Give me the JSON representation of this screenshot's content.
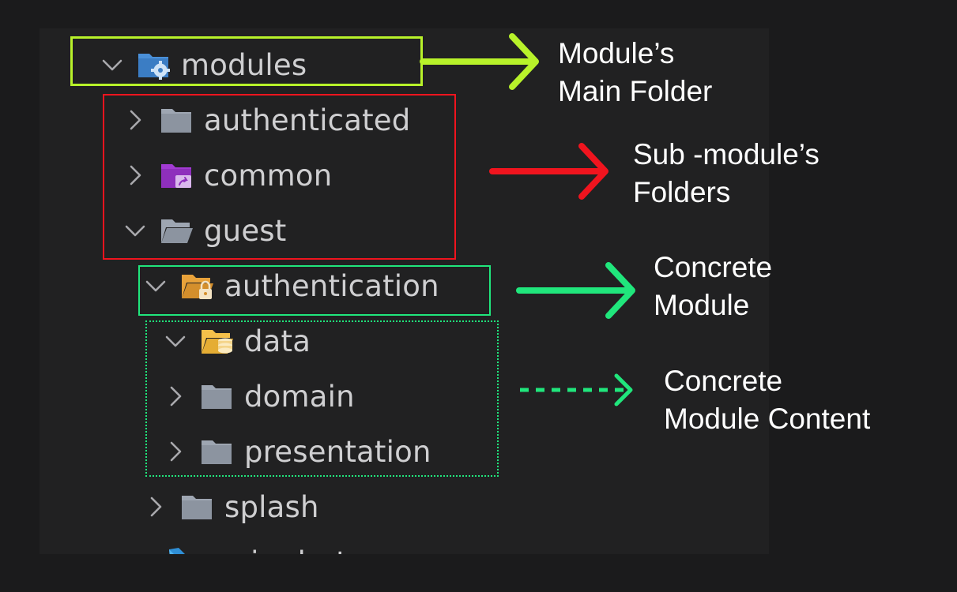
{
  "tree": [
    {
      "name": "modules",
      "expanded": true,
      "icon": "module-folder-icon"
    },
    {
      "name": "authenticated",
      "expanded": false,
      "icon": "folder-icon"
    },
    {
      "name": "common",
      "expanded": false,
      "icon": "shared-folder-icon"
    },
    {
      "name": "guest",
      "expanded": true,
      "icon": "open-folder-icon"
    },
    {
      "name": "authentication",
      "expanded": true,
      "icon": "lock-folder-icon"
    },
    {
      "name": "data",
      "expanded": true,
      "icon": "database-folder-icon"
    },
    {
      "name": "domain",
      "expanded": false,
      "icon": "folder-icon"
    },
    {
      "name": "presentation",
      "expanded": false,
      "icon": "folder-icon"
    },
    {
      "name": "splash",
      "expanded": false,
      "icon": "folder-icon"
    },
    {
      "name": "main.dart",
      "expanded": false,
      "icon": "dart-file-icon"
    }
  ],
  "annotations": {
    "main_folder": {
      "line1": "Module’s",
      "line2": "Main Folder",
      "color": "#b8f22a"
    },
    "sub_modules": {
      "line1": "Sub -module’s",
      "line2": "Folders",
      "color": "#f0141e"
    },
    "concrete_module": {
      "line1": "Concrete",
      "line2": "Module",
      "color": "#20e67c"
    },
    "concrete_content": {
      "line1": "Concrete",
      "line2": "Module Content",
      "color": "#20e67c"
    }
  },
  "colors": {
    "background": "#1b1b1c",
    "panel": "#212122",
    "text": "#cfcfd1",
    "chevron": "#a9a9ad",
    "folder_gray": "#9ea6b2",
    "folder_blue": "#4a90d9",
    "folder_purple": "#a23bd3",
    "folder_orange": "#e8a23a",
    "folder_yellow": "#f5c04a"
  }
}
